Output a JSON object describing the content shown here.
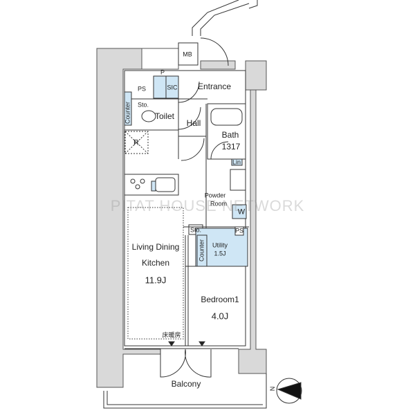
{
  "rooms": {
    "mb": "MB",
    "ps_top": "PS",
    "p": "P",
    "sic": "SIC",
    "entrance": "Entrance",
    "sto_toilet": "Sto.",
    "counter_toilet": "Counter",
    "toilet": "Toilet",
    "hall": "Hall",
    "bath": "Bath",
    "bath_size": "1317",
    "r": "R",
    "lin": "Lin",
    "powder_room_1": "Powder",
    "powder_room_2": "Room",
    "w": "W",
    "sto_utility": "Sto.",
    "ps_utility": "PS",
    "counter_utility": "Counter",
    "utility": "Utility",
    "utility_size": "1.5J",
    "ldk_1": "Living Dining",
    "ldk_2": "Kitchen",
    "ldk_size": "11.9J",
    "bedroom": "Bedroom1",
    "bedroom_size": "4.0J",
    "floor_heating": "床暖房",
    "balcony": "Balcony"
  },
  "compass": "N",
  "watermark": "PITAT HOUSE NETWORK",
  "colors": {
    "blue": "#cfe6f5",
    "wall": "#d9d9d9",
    "line": "#333333"
  }
}
